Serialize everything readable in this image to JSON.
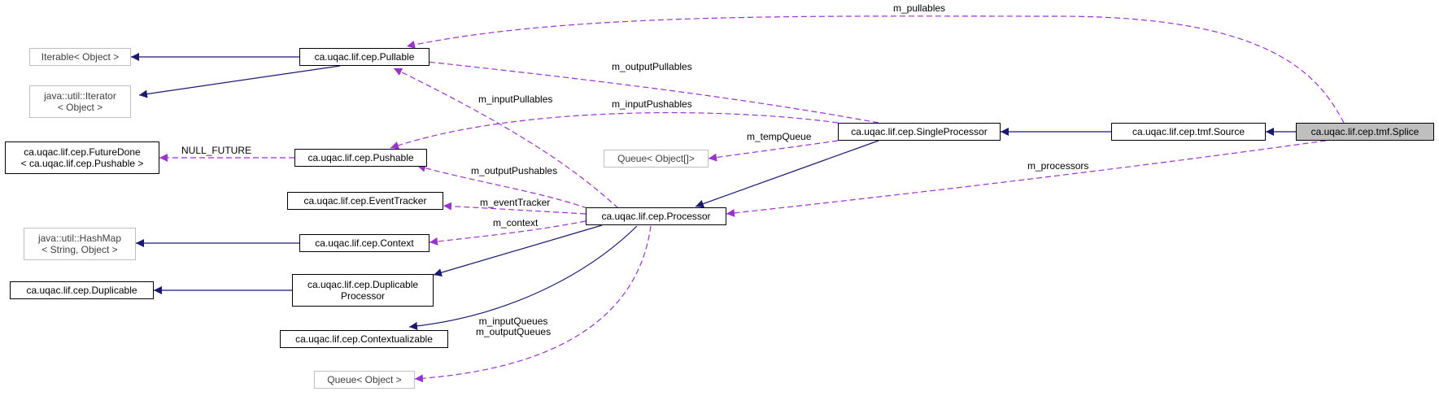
{
  "diagram": {
    "type": "collaboration-graph",
    "colors": {
      "inheritance": "#191970",
      "usage": "#9a32cd",
      "focus_fill": "#bfbfbf",
      "external_border": "#bfbfbf"
    },
    "nodes": {
      "iterable": {
        "label": "Iterable< Object >",
        "external": true
      },
      "iterator": {
        "label": "java::util::Iterator\n< Object >",
        "external": true
      },
      "pullable": {
        "label": "ca.uqac.lif.cep.Pullable"
      },
      "future_done": {
        "label": "ca.uqac.lif.cep.FutureDone\n< ca.uqac.lif.cep.Pushable >"
      },
      "pushable": {
        "label": "ca.uqac.lif.cep.Pushable"
      },
      "event_tracker": {
        "label": "ca.uqac.lif.cep.EventTracker"
      },
      "hashmap": {
        "label": "java::util::HashMap\n< String, Object >",
        "external": true
      },
      "context": {
        "label": "ca.uqac.lif.cep.Context"
      },
      "duplicable": {
        "label": "ca.uqac.lif.cep.Duplicable"
      },
      "duplicable_processor": {
        "label": "ca.uqac.lif.cep.Duplicable\nProcessor"
      },
      "contextualizable": {
        "label": "ca.uqac.lif.cep.Contextualizable"
      },
      "queue_object": {
        "label": "Queue< Object >",
        "external": true
      },
      "queue_array": {
        "label": "Queue< Object[]>",
        "external": true
      },
      "processor": {
        "label": "ca.uqac.lif.cep.Processor"
      },
      "single_processor": {
        "label": "ca.uqac.lif.cep.SingleProcessor"
      },
      "source": {
        "label": "ca.uqac.lif.cep.tmf.Source"
      },
      "splice": {
        "label": "ca.uqac.lif.cep.tmf.Splice",
        "focus": true
      }
    },
    "edge_labels": {
      "m_pullables": "m_pullables",
      "m_output_pullables": "m_outputPullables",
      "m_input_pullables": "m_inputPullables",
      "m_input_pushables": "m_inputPushables",
      "null_future": "NULL_FUTURE",
      "m_temp_queue": "m_tempQueue",
      "m_processors": "m_processors",
      "m_output_pushables": "m_outputPushables",
      "m_event_tracker": "m_eventTracker",
      "m_context": "m_context",
      "m_queues": "m_inputQueues\nm_outputQueues"
    }
  }
}
